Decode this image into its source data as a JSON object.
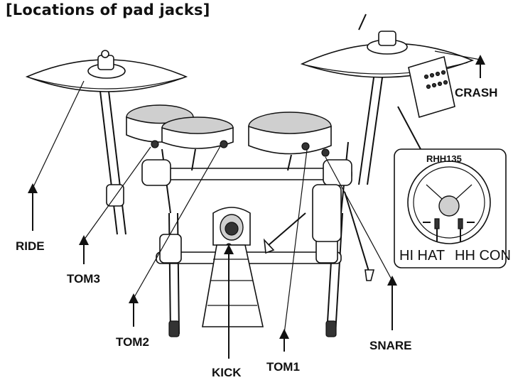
{
  "title": "[Locations of pad jacks]",
  "labels": {
    "crash": "CRASH",
    "ride": "RIDE",
    "tom3": "TOM3",
    "tom2": "TOM2",
    "tom1": "TOM1",
    "kick": "KICK",
    "snare": "SNARE"
  },
  "inset": {
    "model": "RHH135",
    "hihat": "HI HAT",
    "hhcon": "HH CON"
  }
}
